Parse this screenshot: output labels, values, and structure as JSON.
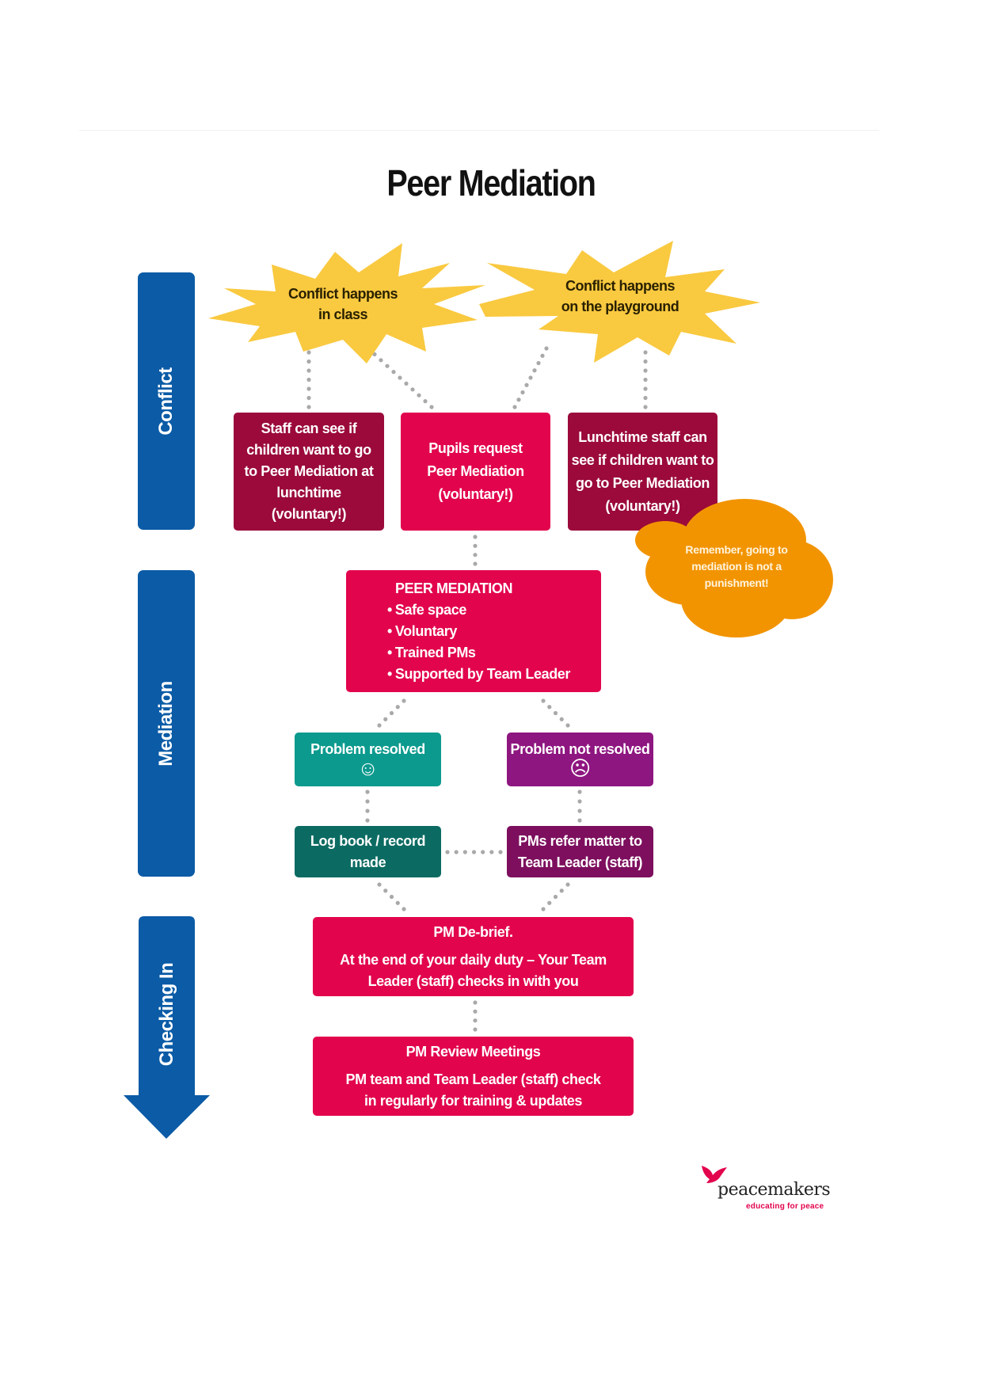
{
  "title": "Peer Mediation",
  "stages": [
    {
      "label": "Conflict"
    },
    {
      "label": "Mediation"
    },
    {
      "label": "Checking In"
    }
  ],
  "colors": {
    "stage_blue": "#0B5BA6",
    "star_yellow": "#F9C940",
    "dark_red": "#9B0A3A",
    "pink": "#E2044D",
    "teal": "#0C9A8E",
    "teal_dark": "#0B6B62",
    "purple": "#8E1680",
    "purple_dark": "#7D0F5E",
    "orange": "#F29400",
    "connector_gray": "#a9a9a9"
  },
  "triggers": [
    {
      "lines": [
        "Conflict happens",
        "in class"
      ]
    },
    {
      "lines": [
        "Conflict happens",
        "on the playground"
      ]
    }
  ],
  "conflict_boxes": [
    {
      "lines": [
        "Staff can see if",
        "children want to go",
        "to Peer Mediation at",
        "lunchtime",
        "(voluntary!)"
      ]
    },
    {
      "lines": [
        "Pupils request",
        "Peer Mediation",
        "(voluntary!)"
      ]
    },
    {
      "lines": [
        "Lunchtime staff can",
        "see if children want to",
        "go to Peer Mediation",
        "(voluntary!)"
      ]
    }
  ],
  "reminder": {
    "lines": [
      "Remember, going to",
      "mediation is not a",
      "punishment!"
    ]
  },
  "peer_mediation": {
    "heading": "PEER MEDIATION",
    "bullets": [
      "Safe space",
      "Voluntary",
      "Trained PMs",
      "Supported by Team Leader"
    ]
  },
  "outcomes": {
    "resolved": {
      "label": "Problem resolved",
      "icon": "smiley-face-icon",
      "glyph": "☺"
    },
    "not_resolved": {
      "label": "Problem not resolved",
      "icon": "sad-face-icon",
      "glyph": "☹"
    }
  },
  "followups": {
    "log": {
      "lines": [
        "Log book / record",
        "made"
      ]
    },
    "refer": {
      "lines": [
        "PMs refer matter to",
        "Team Leader (staff)"
      ]
    }
  },
  "debrief": {
    "heading": "PM De-brief.",
    "lines": [
      "At the end of your daily duty – Your Team",
      "Leader (staff) checks in with you"
    ]
  },
  "review": {
    "heading": "PM Review Meetings",
    "lines": [
      "PM team and Team Leader (staff) check",
      "in regularly for training & updates"
    ]
  },
  "logo": {
    "name": "peacemakers",
    "tagline": "educating for peace",
    "icon": "dove-icon"
  }
}
